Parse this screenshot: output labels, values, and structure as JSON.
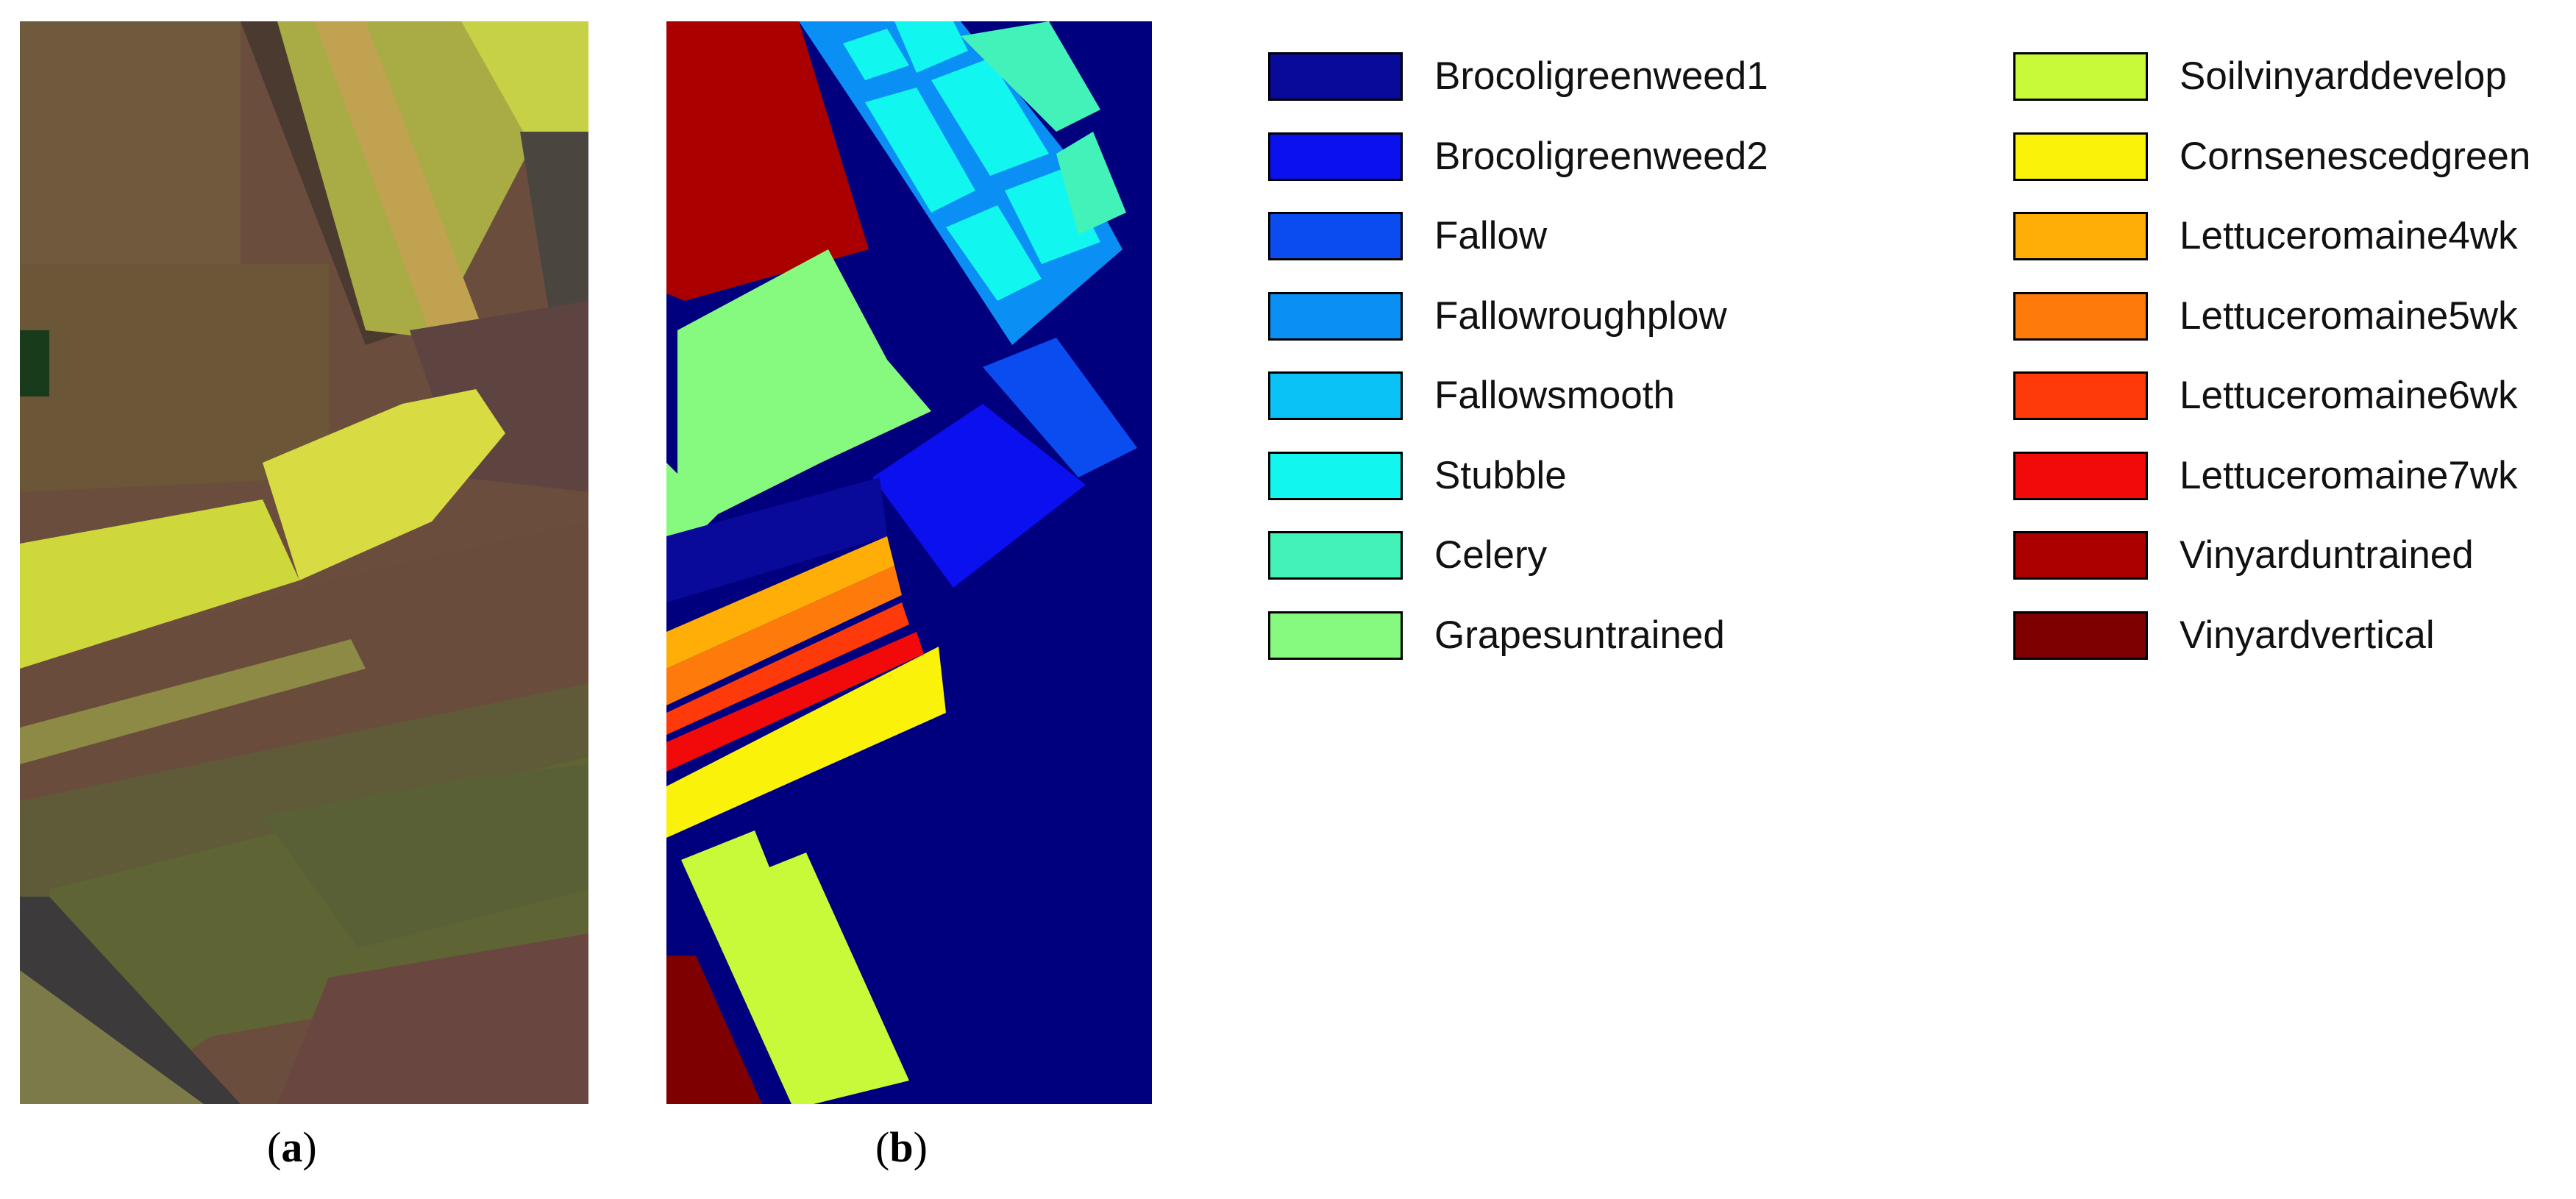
{
  "captions": {
    "a": "a",
    "b": "b"
  },
  "legend": {
    "left": [
      {
        "label": "Brocoligreenweed1",
        "color": "#0a0a9a"
      },
      {
        "label": "Brocoligreenweed2",
        "color": "#0a10ee"
      },
      {
        "label": "Fallow",
        "color": "#0a4cf0"
      },
      {
        "label": "Fallowroughplow",
        "color": "#0a90f5"
      },
      {
        "label": "Fallowsmooth",
        "color": "#0ac2f6"
      },
      {
        "label": "Stubble",
        "color": "#12f6f0"
      },
      {
        "label": "Celery",
        "color": "#42f2b8"
      },
      {
        "label": "Grapesuntrained",
        "color": "#86fa7e"
      }
    ],
    "right": [
      {
        "label": "Soilvinyarddevelop",
        "color": "#c8fa3a"
      },
      {
        "label": "Cornsenescedgreen",
        "color": "#fbf20a"
      },
      {
        "label": "Lettuceromaine4wk",
        "color": "#feae06"
      },
      {
        "label": "Lettuceromaine5wk",
        "color": "#fe7a0a"
      },
      {
        "label": "Lettuceromaine6wk",
        "color": "#fe3a0a"
      },
      {
        "label": "Lettuceromaine7wk",
        "color": "#f20a0a"
      },
      {
        "label": "Vinyarduntrained",
        "color": "#aa0000"
      },
      {
        "label": "Vinyardvertical",
        "color": "#7e0000"
      }
    ]
  }
}
